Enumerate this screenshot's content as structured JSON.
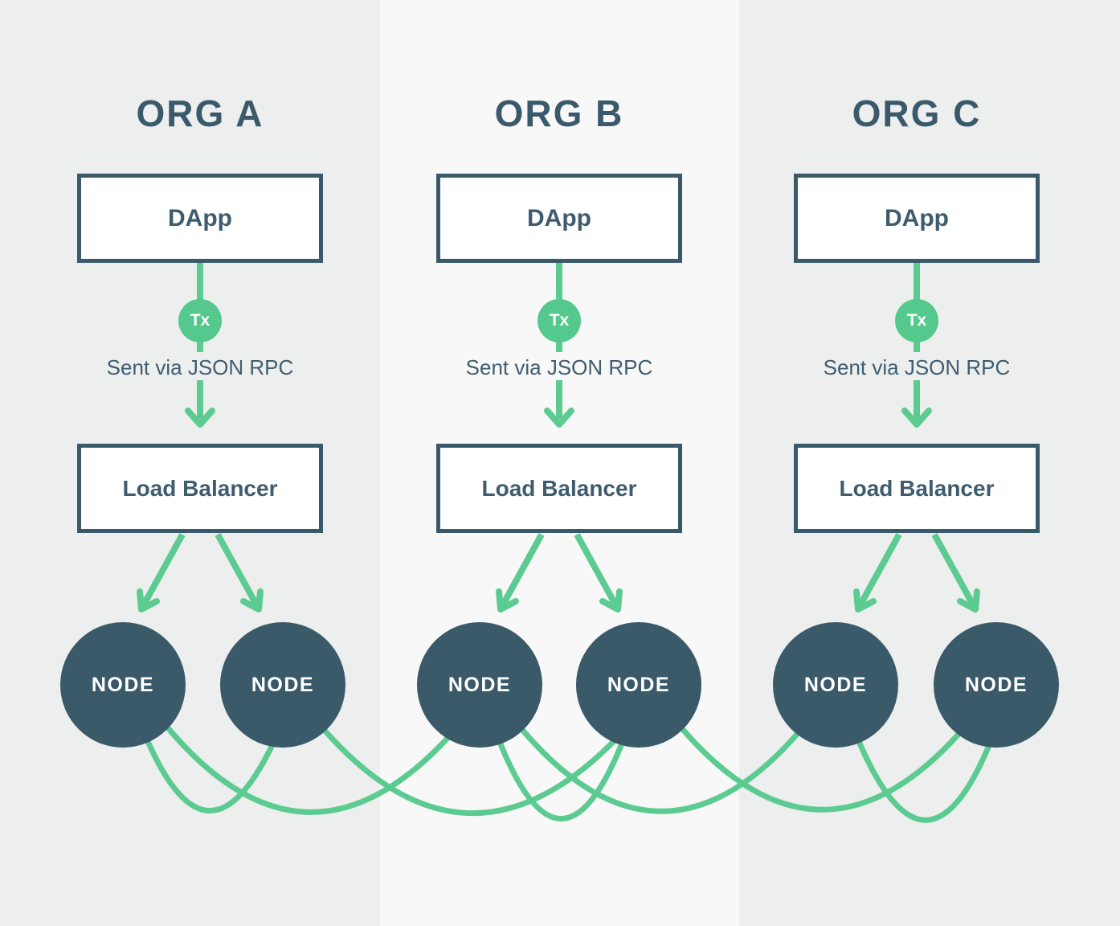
{
  "colors": {
    "accent_green": "#5ccb91",
    "tx_circle_green": "#55c98d",
    "dark_slate": "#3a5a6b",
    "node_fill": "#3b5a69",
    "background_side": "#edeeee",
    "background_middle": "#f7f8f7",
    "box_fill": "#ffffff"
  },
  "columns": [
    {
      "title": "ORG A",
      "dapp_label": "DApp",
      "tx_badge": "Tx",
      "tx_caption": "Sent via JSON RPC",
      "load_balancer_label": "Load Balancer",
      "nodes": [
        "NODE",
        "NODE"
      ]
    },
    {
      "title": "ORG B",
      "dapp_label": "DApp",
      "tx_badge": "Tx",
      "tx_caption": "Sent via JSON RPC",
      "load_balancer_label": "Load Balancer",
      "nodes": [
        "NODE",
        "NODE"
      ]
    },
    {
      "title": "ORG C",
      "dapp_label": "DApp",
      "tx_badge": "Tx",
      "tx_caption": "Sent via JSON RPC",
      "load_balancer_label": "Load Balancer",
      "nodes": [
        "NODE",
        "NODE"
      ]
    }
  ]
}
